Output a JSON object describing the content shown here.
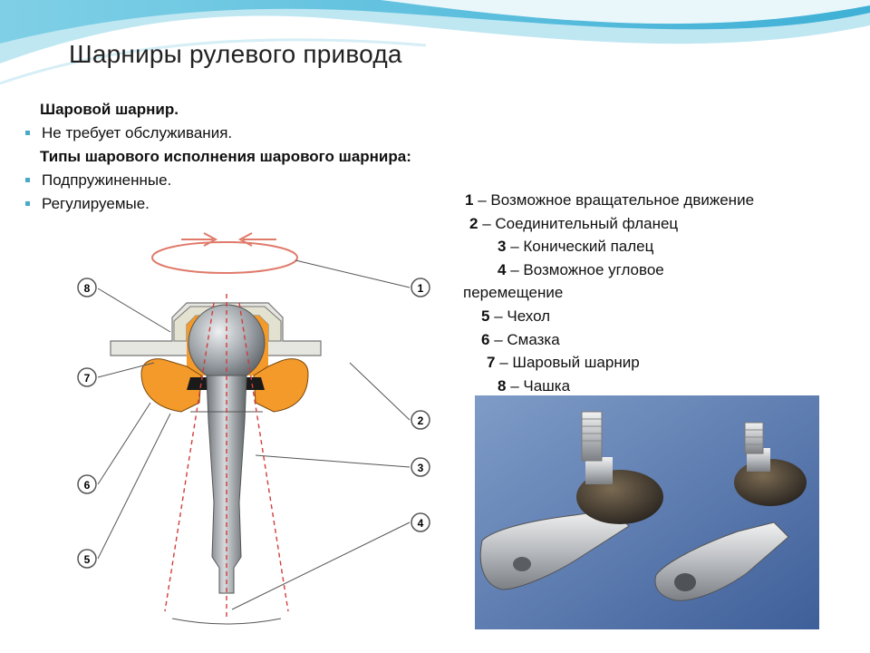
{
  "slide": {
    "title": "Шарниры рулевого привода",
    "lines": [
      {
        "kind": "head",
        "text": "Шаровой шарнир."
      },
      {
        "kind": "bullet",
        "text": "Не требует обслуживания."
      },
      {
        "kind": "head",
        "text": "Типы шарового исполнения шарового шарнира:"
      },
      {
        "kind": "bullet",
        "text": "Подпружиненные."
      },
      {
        "kind": "bullet",
        "text": "Регулируемые."
      }
    ],
    "bullet_color": "#4aa8c8",
    "accent_wave_color": "#5fc1dc"
  },
  "legend": [
    {
      "num": "1",
      "text": "– Возможное вращательное движение"
    },
    {
      "num": "2",
      "text": "– Соединительный фланец"
    },
    {
      "num": "3",
      "text": "– Конический палец"
    },
    {
      "num": "4",
      "text": "– Возможное угловое перемещение"
    },
    {
      "num": "5",
      "text": "– Чехол"
    },
    {
      "num": "6",
      "text": "– Смазка"
    },
    {
      "num": "7",
      "text": "– Шаровый шарнир"
    },
    {
      "num": "8",
      "text": "– Чашка"
    }
  ],
  "diagram": {
    "callouts": [
      "1",
      "2",
      "3",
      "4",
      "5",
      "6",
      "7",
      "8"
    ],
    "colors": {
      "flange": "#e6e6e0",
      "boot": "#f39a2a",
      "pin": "#a9aeb3",
      "cup": "#e3e1cf",
      "dash": "#d23c3c"
    }
  }
}
